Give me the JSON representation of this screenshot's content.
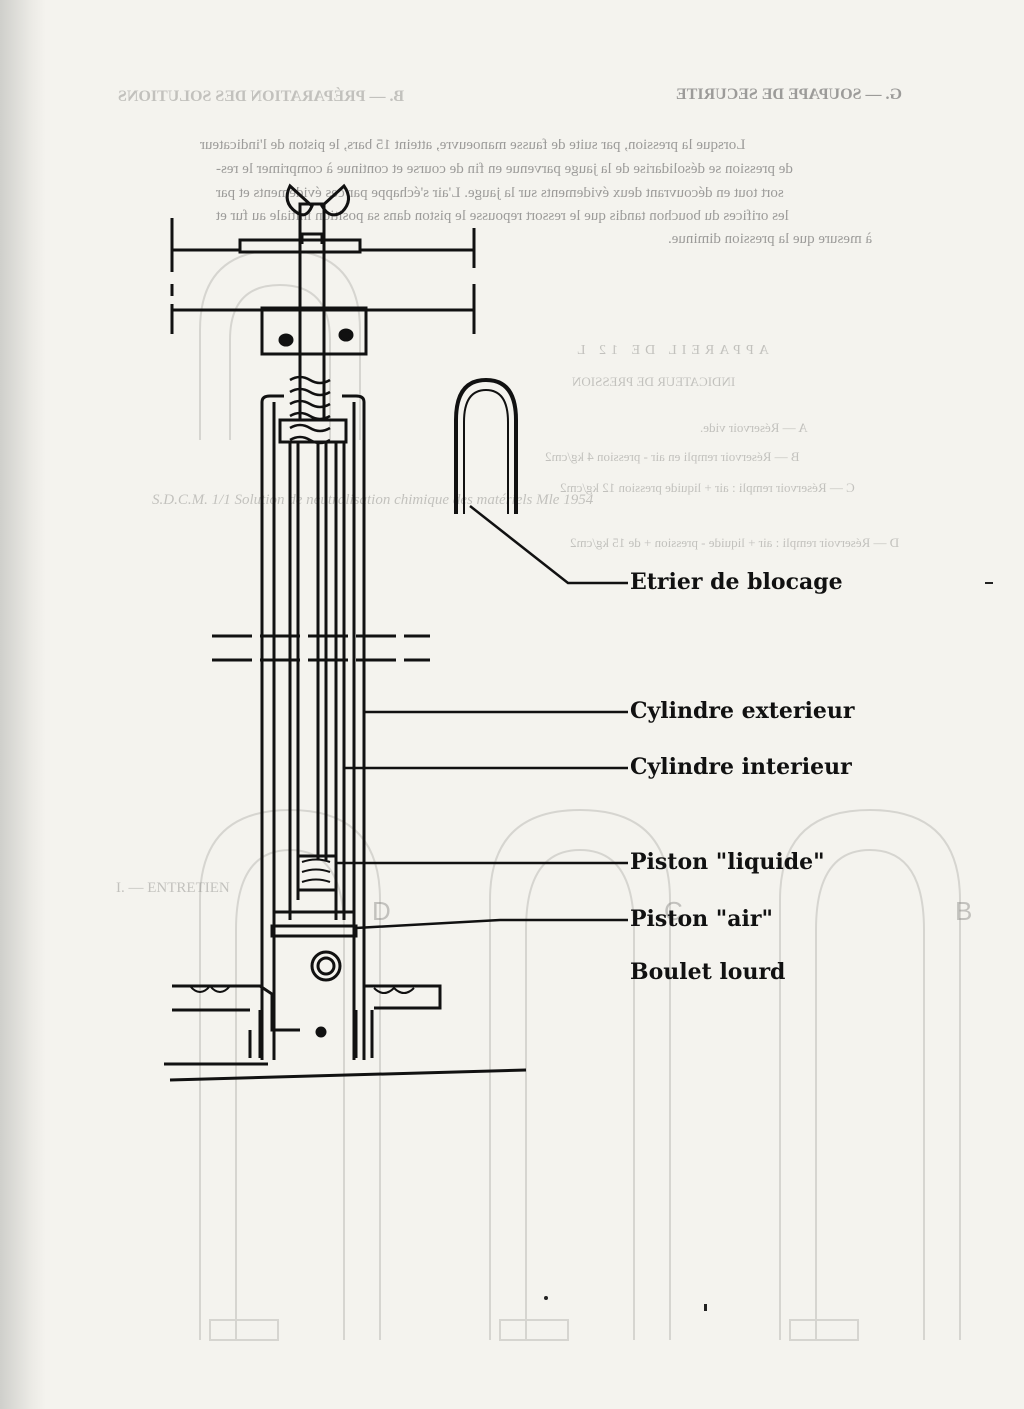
{
  "bleed_through": {
    "header_left": "B. — PRÉPARATION DES SOLUTIONS",
    "header_right": "G. — SOUPAPE DE SECURITE",
    "paragraph_lines": [
      "Lorsque la pression, par suite de fausse manoeuvre, atteint 15 bars, le piston de l'indicateur",
      "de pression se désolidarise de la jauge parvenue en fin de course et continue à comprimer le res-",
      "sort tout en découvrant deux évidements sur la jauge. L'air s'échappe par ces évidements et par",
      "les orifices du bouchon tandis que le ressort repousse le piston dans sa position initiale au fur et",
      "à mesure que la pression diminue."
    ],
    "appareil_title": "APPAREIL DE 12 L",
    "indicator_title": "INDICATEUR DE PRESSION",
    "legend_items": [
      "A — Réservoir vide.",
      "B — Réservoir rempli en air - pression 4 kg/cm2",
      "C — Réservoir rempli : air + liquide pression 12 kg/cm2",
      "D — Réservoir rempli : air + liquide - pression + de 15 kg/cm2"
    ],
    "sdcm_note": "S.D.C.M. 1/1 Solution de neutralisation chimique des matériels Mle 1954",
    "entretien_title": "I. — ENTRETIEN",
    "letters": [
      "B",
      "C",
      "D"
    ]
  },
  "diagram": {
    "callouts": [
      {
        "id": "etrier",
        "text": "Etrier de blocage"
      },
      {
        "id": "cyl-ext",
        "text": "Cylindre exterieur"
      },
      {
        "id": "cyl-int",
        "text": "Cylindre interieur"
      },
      {
        "id": "piston-liquide",
        "text": "Piston \"liquide\""
      },
      {
        "id": "piston-air",
        "text": "Piston \"air\""
      },
      {
        "id": "boulet",
        "text": "Boulet lourd"
      }
    ]
  },
  "colors": {
    "ink": "#111111",
    "paper": "#f4f3ee",
    "ghost": "#9a9a96"
  }
}
